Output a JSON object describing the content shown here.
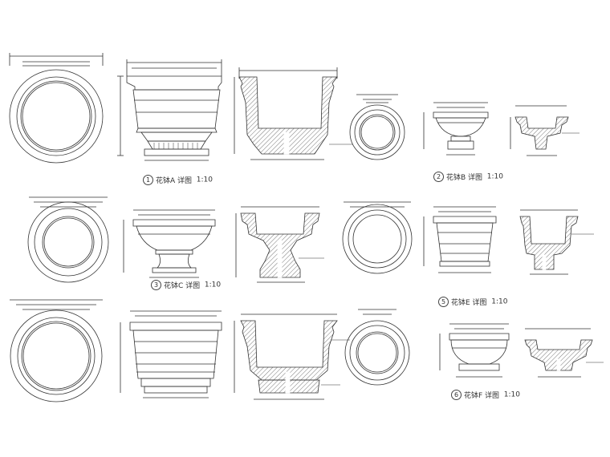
{
  "sheet": {
    "stroke_color": "#333333",
    "hatch_color": "#555555",
    "labels": [
      {
        "num": "1",
        "text": "花钵A 详图",
        "scale": "1:10"
      },
      {
        "num": "2",
        "text": "花钵B 详图",
        "scale": "1:10"
      },
      {
        "num": "3",
        "text": "花钵C 详图",
        "scale": "1:10"
      },
      {
        "num": "5",
        "text": "花钵E 详图",
        "scale": "1:10"
      },
      {
        "num": "6",
        "text": "花钵F 详图",
        "scale": "1:10"
      }
    ]
  }
}
